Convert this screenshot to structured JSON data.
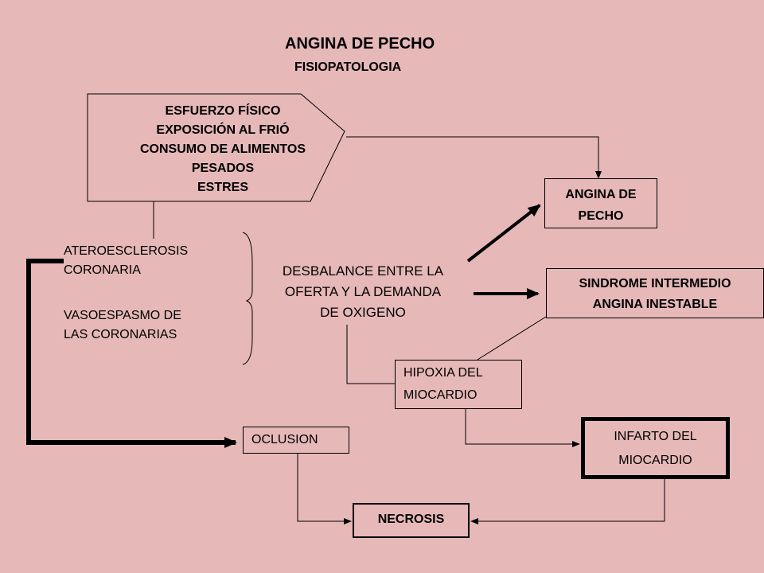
{
  "title": "ANGINA DE PECHO",
  "subtitle": "FISIOPATOLOGIA",
  "triggers": {
    "lines": [
      "ESFUERZO FÍSICO",
      "EXPOSICIÓN AL FRIÓ",
      "CONSUMO DE ALIMENTOS",
      "PESADOS",
      "ESTRES"
    ]
  },
  "causes": {
    "ateroesclerosis": [
      "ATEROESCLEROSIS",
      "CORONARIA"
    ],
    "vasoespasmo": [
      "VASOESPASMO DE",
      "LAS CORONARIAS"
    ]
  },
  "imbalance": [
    "DESBALANCE ENTRE LA",
    "OFERTA Y LA DEMANDA",
    "DE OXIGENO"
  ],
  "boxes": {
    "angina": [
      "ANGINA DE",
      "PECHO"
    ],
    "sindrome": [
      "SINDROME INTERMEDIO",
      "ANGINA INESTABLE"
    ],
    "hipoxia": [
      "HIPOXIA DEL",
      "MIOCARDIO"
    ],
    "infarto": [
      "INFARTO DEL",
      "MIOCARDIO"
    ],
    "oclusion": "OCLUSION",
    "necrosis": "NECROSIS"
  }
}
